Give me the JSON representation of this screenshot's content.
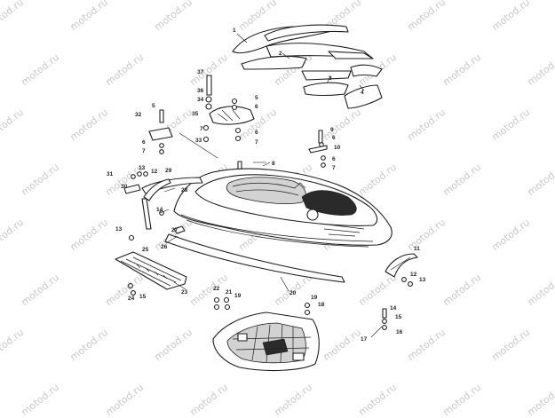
{
  "diagram": {
    "watermark_text": "motod.ru",
    "callouts": [
      "1",
      "2",
      "3",
      "4",
      "5",
      "5",
      "6",
      "6",
      "7",
      "7",
      "8",
      "9",
      "6",
      "10",
      "6",
      "7",
      "37",
      "36",
      "34",
      "35",
      "33",
      "32",
      "6",
      "7",
      "31",
      "30",
      "13",
      "12",
      "29",
      "28",
      "14",
      "27",
      "26",
      "13",
      "25",
      "24",
      "15",
      "23",
      "22",
      "21",
      "19",
      "20",
      "19",
      "18",
      "11",
      "12",
      "13",
      "14",
      "15",
      "16",
      "17"
    ],
    "colors": {
      "ink": "#1e1e1e",
      "watermark": "#c9c9c9",
      "background": "#ffffff"
    }
  }
}
